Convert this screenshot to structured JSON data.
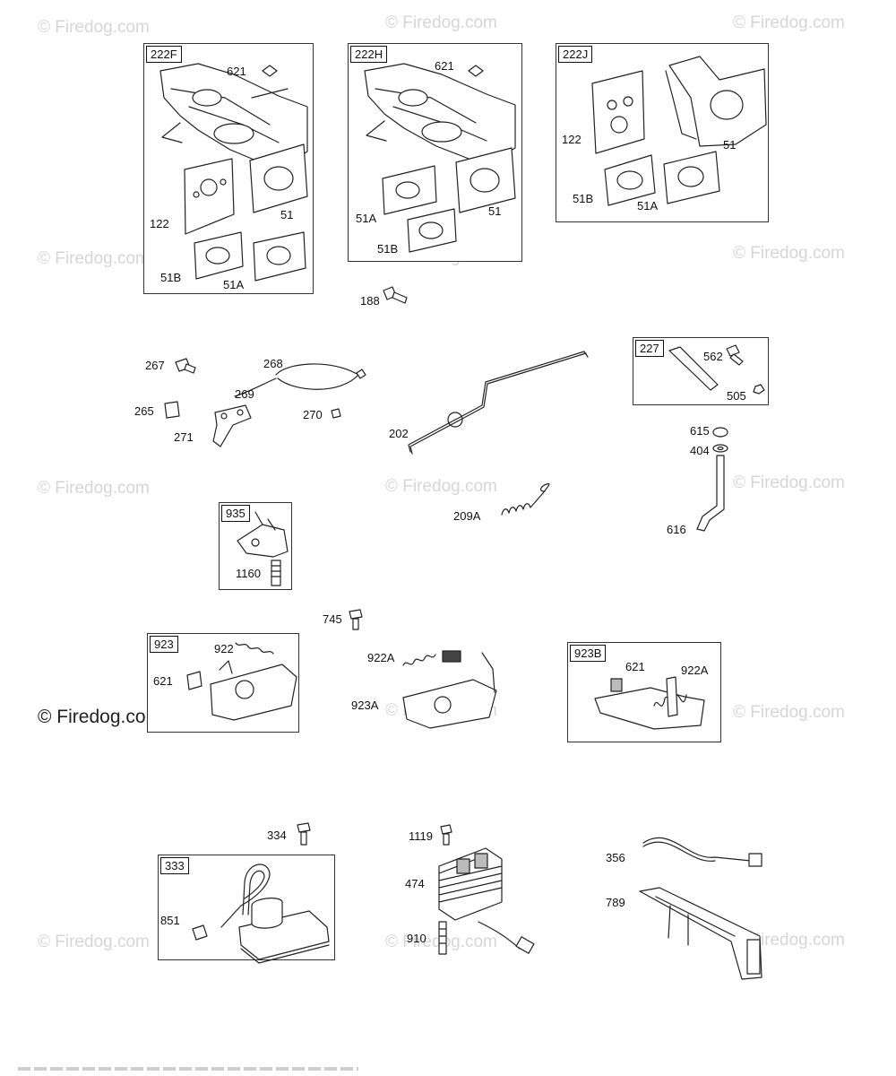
{
  "watermark": "© Firedog.com",
  "boxes": {
    "b222F": "222F",
    "b222H": "222H",
    "b222J": "222J",
    "b227": "227",
    "b935": "935",
    "b923": "923",
    "b923B": "923B",
    "b333": "333"
  },
  "labels": {
    "l621a": "621",
    "l122a": "122",
    "l51a": "51",
    "l51Ba": "51B",
    "l51Aa": "51A",
    "l621b": "621",
    "l51Ab": "51A",
    "l51b": "51",
    "l51Bb": "51B",
    "l122c": "122",
    "l51c": "51",
    "l51Bc": "51B",
    "l51Ac": "51A",
    "l188": "188",
    "l267": "267",
    "l268": "268",
    "l269": "269",
    "l265": "265",
    "l270": "270",
    "l271": "271",
    "l202": "202",
    "l562": "562",
    "l505": "505",
    "l615": "615",
    "l404": "404",
    "l616": "616",
    "l209A": "209A",
    "l1160": "1160",
    "l745": "745",
    "l922": "922",
    "l621d": "621",
    "l922A": "922A",
    "l923A": "923A",
    "l621e": "621",
    "l922Ae": "922A",
    "l334": "334",
    "l851": "851",
    "l1119": "1119",
    "l474": "474",
    "l910": "910",
    "l356": "356",
    "l789": "789"
  }
}
